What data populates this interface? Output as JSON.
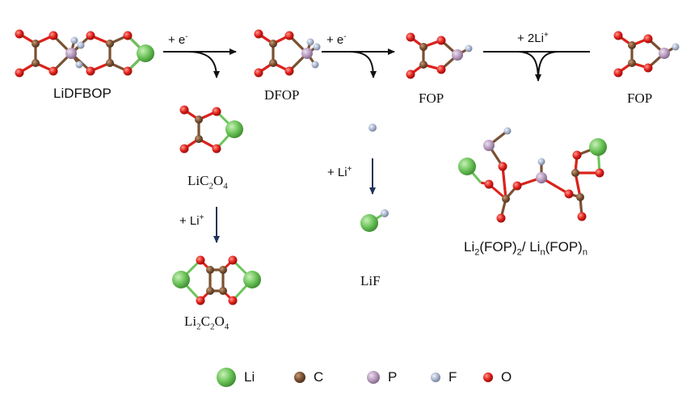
{
  "molecules": {
    "lidfbop": "LiDFBOP",
    "dfop": "DFOP",
    "fop1": "FOP",
    "fop2": "FOP",
    "lic2o4": {
      "a": "LiC",
      "s1": "2",
      "b": "O",
      "s2": "4"
    },
    "li2c2o4": {
      "a": "Li",
      "s1": "2",
      "b": "C",
      "s2": "2",
      "c": "O",
      "s3": "4"
    },
    "lif": "LiF",
    "poly": {
      "a": "Li",
      "s1": "2",
      "b": "(FOP)",
      "s2": "2",
      "c": "/ Li",
      "s3": "n",
      "d": "(FOP)",
      "s4": "n"
    }
  },
  "reactions": {
    "step1": {
      "text": "+ e",
      "sup": "-"
    },
    "step2": {
      "text": "+ e",
      "sup": "-"
    },
    "step3": {
      "text": "+ 2Li",
      "sup": "+"
    },
    "step4": {
      "text": "+ Li",
      "sup": "+"
    },
    "step5": {
      "text": "+ Li",
      "sup": "+"
    }
  },
  "legend": [
    {
      "label": "Li",
      "color": "#6cc45a"
    },
    {
      "label": "C",
      "color": "#7a5132"
    },
    {
      "label": "P",
      "color": "#b89cc0"
    },
    {
      "label": "F",
      "color": "#aab6cf"
    },
    {
      "label": "O",
      "color": "#e0201b"
    }
  ]
}
